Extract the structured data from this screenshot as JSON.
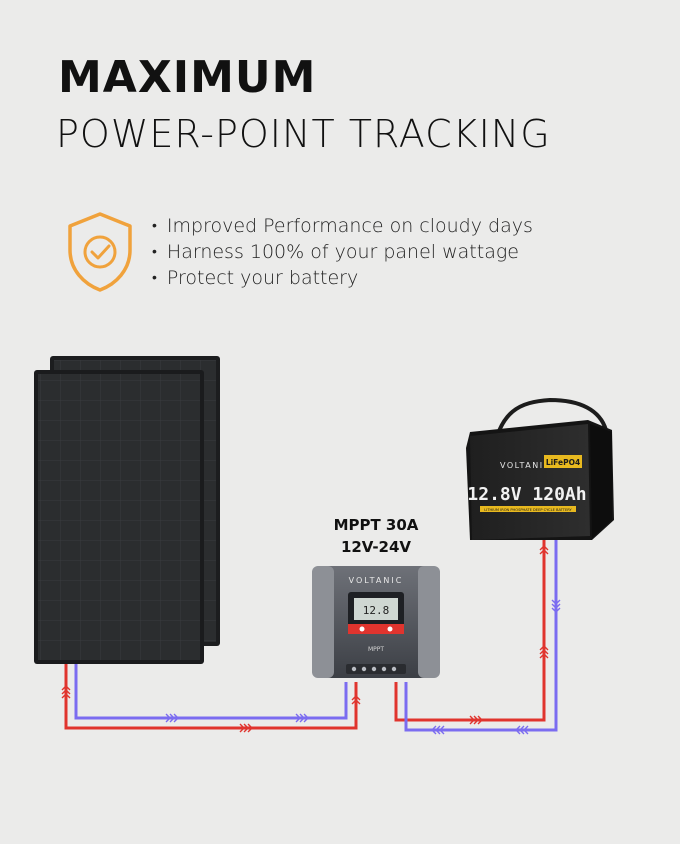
{
  "headline": {
    "line1": "MAXIMUM",
    "line2": "POWER-POINT TRACKING"
  },
  "features": [
    "Improved Performance on cloudy days",
    "Harness 100% of your panel wattage",
    "Protect your battery"
  ],
  "icons": {
    "shield": "shield-check-icon"
  },
  "controller": {
    "label_model": "MPPT 30A",
    "label_voltage": "12V-24V",
    "brand": "VOLTANIC",
    "lcd_text": "12.8",
    "front_text": "MPPT"
  },
  "battery": {
    "brand": "VOLTANIC",
    "chem_badge": "LiFePO4",
    "spec": "12.8V 120Ah",
    "subtitle": "LITHIUM IRON PHOSPHATE DEEP CYCLE BATTERY"
  },
  "colors": {
    "background": "#ebebea",
    "accent_orange": "#f0a23c",
    "wire_red": "#e0342e",
    "wire_blue": "#7b6cf0",
    "badge_yellow": "#e8b91f"
  }
}
